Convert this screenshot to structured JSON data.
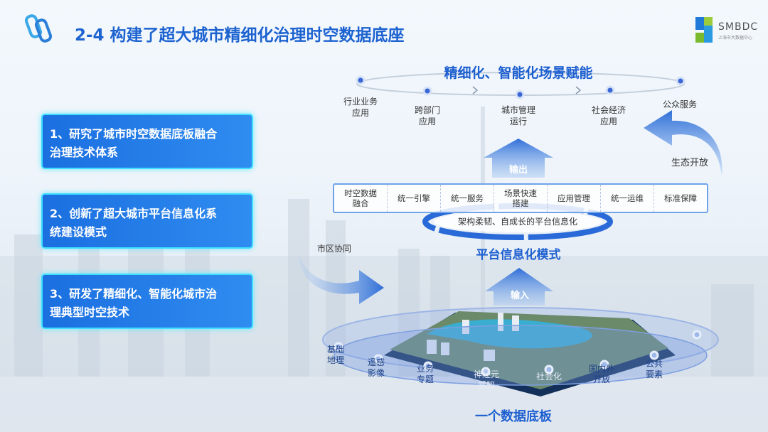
{
  "title": "2-4 构建了超大城市精细化治理时空数据底座",
  "logo": {
    "name": "SMBDC",
    "subtitle": "上海市大数据中心"
  },
  "left_boxes": [
    {
      "line1": "1、研究了城市时空数据底板融合",
      "line2": "治理技术体系"
    },
    {
      "line1": "2、创新了超大城市平台信息化系",
      "line2": "统建设模式"
    },
    {
      "line1": "3、研发了精细化、智能化城市治",
      "line2": "理典型时空技术"
    }
  ],
  "top": {
    "heading": "精细化、智能化场景赋能",
    "items": [
      [
        "行业业务",
        "应用"
      ],
      [
        "跨部门",
        "应用"
      ],
      [
        "城市管理",
        "运行"
      ],
      [
        "社会经济",
        "应用"
      ],
      [
        "公众服务",
        ""
      ]
    ]
  },
  "output_label": "输出",
  "eco_label": "生态开放",
  "platform": {
    "cells": [
      [
        "时空数据",
        "融合"
      ],
      [
        "统一引擎",
        ""
      ],
      [
        "统一服务",
        ""
      ],
      [
        "场景快速",
        "搭建"
      ],
      [
        "应用管理",
        ""
      ],
      [
        "统一运维",
        ""
      ],
      [
        "标准保障",
        ""
      ]
    ],
    "ring_label": "架构柔韧、自成长的平台信息化",
    "heading": "平台信息化模式"
  },
  "city_label": "市区协同",
  "input_label": "输入",
  "bottom": {
    "heading": "一个数据底板",
    "items": [
      [
        "基础",
        "地理"
      ],
      [
        "遥感",
        "影像"
      ],
      [
        "业务",
        "专题"
      ],
      [
        "神经元",
        "感知"
      ],
      [
        "社会化",
        ""
      ],
      [
        "国内外",
        "开放"
      ],
      [
        "公共",
        "要素"
      ]
    ]
  },
  "colors": {
    "accent": "#1d63d0",
    "box_border": "#3fe0ff",
    "box_fill": "#1b6fe0"
  }
}
